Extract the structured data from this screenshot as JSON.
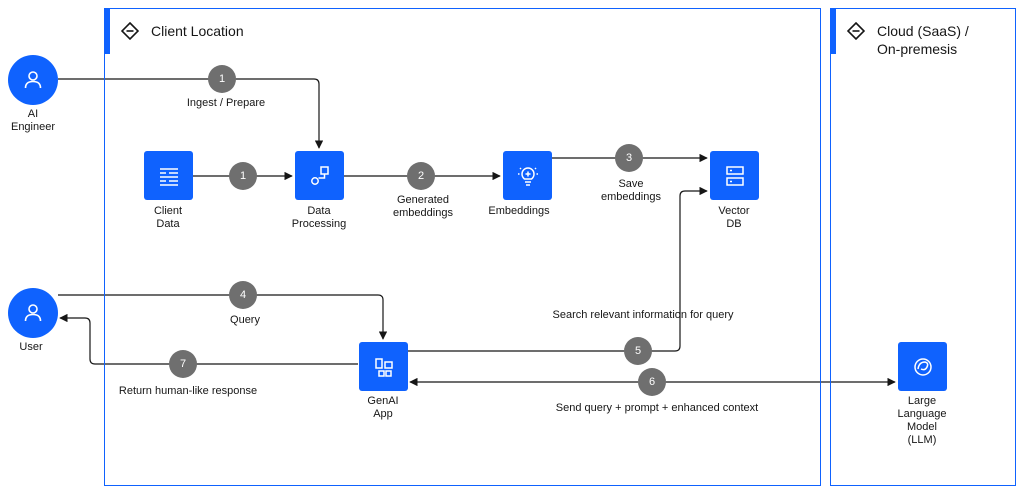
{
  "zones": {
    "client": {
      "title": "Client Location"
    },
    "cloud": {
      "title": "Cloud (SaaS) /\nOn-premesis"
    }
  },
  "actors": {
    "ai_engineer": {
      "label": "AI\nEngineer"
    },
    "user": {
      "label": "User"
    }
  },
  "nodes": {
    "client_data": {
      "label": "Client\nData"
    },
    "data_processing": {
      "label": "Data\nProcessing"
    },
    "embeddings": {
      "label": "Embeddings"
    },
    "vector_db": {
      "label": "Vector\nDB"
    },
    "genai_app": {
      "label": "GenAI\nApp"
    },
    "llm": {
      "label": "Large\nLanguage\nModel\n(LLM)"
    }
  },
  "steps": {
    "ingest": {
      "number": "1",
      "label": "Ingest / Prepare"
    },
    "client_to_processing": {
      "number": "1"
    },
    "generated": {
      "number": "2",
      "label": "Generated\nembeddings"
    },
    "save": {
      "number": "3",
      "label": "Save\nembeddings"
    },
    "query": {
      "number": "4",
      "label": "Query"
    },
    "search": {
      "number": "5",
      "label": "Search relevant information for query"
    },
    "send": {
      "number": "6",
      "label": "Send query + prompt + enhanced context"
    },
    "return": {
      "number": "7",
      "label": "Return human-like response"
    }
  },
  "colors": {
    "accent": "#0f62fe",
    "step": "#6f6f6f",
    "line": "#161616"
  }
}
